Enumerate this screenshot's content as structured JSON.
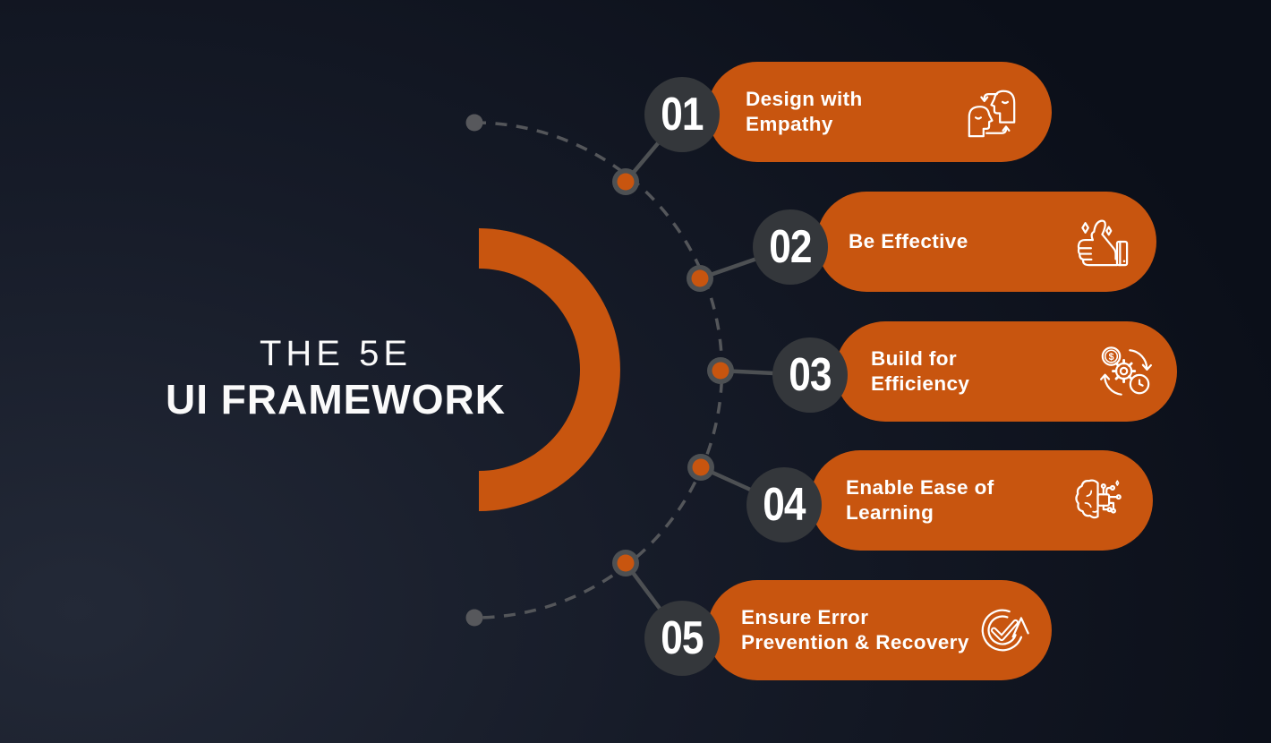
{
  "title": {
    "line1": "THE 5E",
    "line2": "UI FRAMEWORK"
  },
  "items": [
    {
      "number": "01",
      "lines": [
        "Design with",
        "Empathy"
      ],
      "icon": "empathy-heads-icon"
    },
    {
      "number": "02",
      "lines": [
        "Be Effective"
      ],
      "icon": "thumbs-up-sparkles-icon"
    },
    {
      "number": "03",
      "lines": [
        "Build for",
        "Efficiency"
      ],
      "icon": "money-gear-clock-icon"
    },
    {
      "number": "04",
      "lines": [
        "Enable Ease of",
        "Learning"
      ],
      "icon": "brain-circuit-icon"
    },
    {
      "number": "05",
      "lines": [
        "Ensure Error",
        "Prevention & Recovery"
      ],
      "icon": "circular-arrow-check-icon"
    }
  ],
  "colors": {
    "accent_orange": "#C8550F",
    "number_circle_dark": "#34373B",
    "connector_gray": "#4D5053",
    "dashed_arc_gray": "#54565A",
    "background_light": "#232937",
    "background_dark": "#0B0F19",
    "text": "#FFFFFF"
  }
}
